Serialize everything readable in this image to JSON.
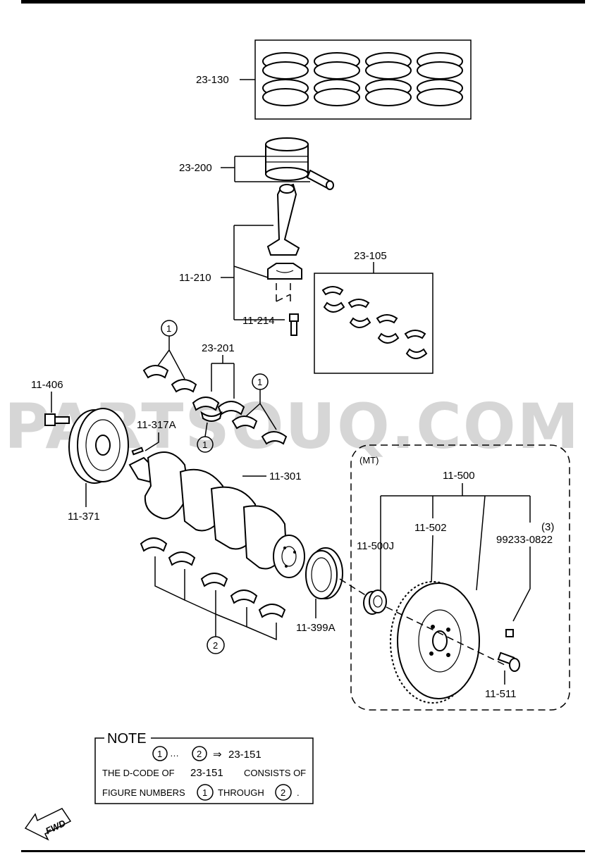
{
  "watermark": "PARTSOUQ.COM",
  "labels": {
    "rings": "23-130",
    "piston": "23-200",
    "conrod": "11-210",
    "conrod_bolt": "11-214",
    "conrod_bearing_set": "23-105",
    "thrust_bearing": "23-201",
    "bolt_pulley": "11-406",
    "key": "11-317A",
    "crankshaft": "11-301",
    "pulley": "11-371",
    "oil_seal": "11-399A",
    "flywheel_assy": "11-500",
    "flywheel": "11-502",
    "pilot_bearing": "11-500J",
    "dowel": "99233-0822",
    "dowel_qty": "(3)",
    "flywheel_bolt": "11-511",
    "mt_group": "(MT)",
    "fig1": "1",
    "fig2": "2"
  },
  "note": {
    "title": "NOTE",
    "line1_from": "1",
    "line1_dots": "…",
    "line1_to": "2",
    "line1_arrow": "⇒",
    "line1_code": "23-151",
    "line2_a": "THE D-CODE OF",
    "line2_code": "23-151",
    "line2_b": "CONSISTS OF",
    "line3_a": "FIGURE NUMBERS",
    "line3_n1": "1",
    "line3_b": "THROUGH",
    "line3_n2": "2",
    "line3_end": "."
  },
  "fwd_label": "FWD"
}
